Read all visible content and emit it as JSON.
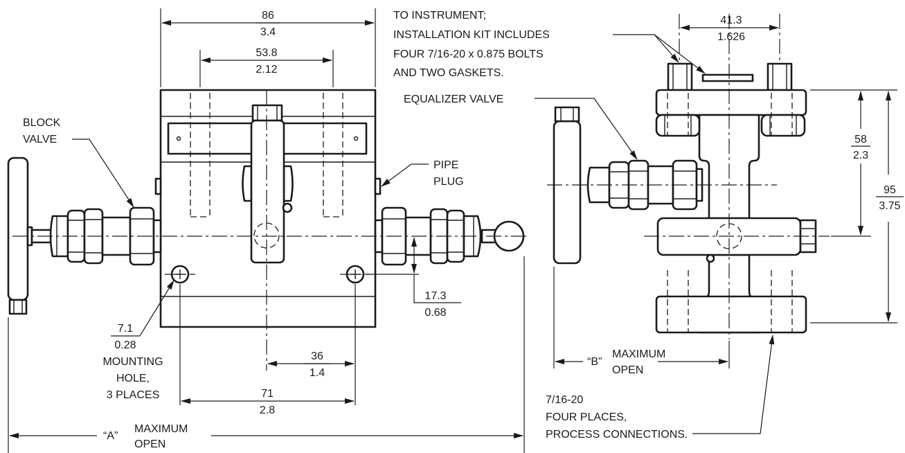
{
  "front_view": {
    "dim_overall_mm": "86",
    "dim_overall_in": "3.4",
    "dim_bolt_spacing_mm": "53.8",
    "dim_bolt_spacing_in": "2.12",
    "dim_hole_offset_mm": "17.3",
    "dim_hole_offset_in": "0.68",
    "dim_hole_dia_mm": "7.1",
    "dim_hole_dia_in": "0.28",
    "dim_hole_spacing_mm": "71",
    "dim_hole_spacing_in": "2.8",
    "dim_center_offset_mm": "36",
    "dim_center_offset_in": "1.4",
    "block_valve_line1": "BLOCK",
    "block_valve_line2": "VALVE",
    "pipe_plug_line1": "PIPE",
    "pipe_plug_line2": "PLUG",
    "mounting_hole_line1": "MOUNTING",
    "mounting_hole_line2": "HOLE,",
    "mounting_hole_line3": "3 PLACES",
    "a_label": "“A”",
    "a_max_line1": "MAXIMUM",
    "a_max_line2": "OPEN"
  },
  "side_view": {
    "instrument_line1": "TO INSTRUMENT;",
    "instrument_line2": "INSTALLATION KIT INCLUDES",
    "instrument_line3": "FOUR 7/16-20 x 0.875 BOLTS",
    "instrument_line4": "AND TWO GASKETS.",
    "equalizer_label": "EQUALIZER VALVE",
    "dim_flange_spacing_mm": "41.3",
    "dim_flange_spacing_in": "1.626",
    "dim_top_to_center_mm": "58",
    "dim_top_to_center_in": "2.3",
    "dim_overall_height_mm": "95",
    "dim_overall_height_in": "3.75",
    "b_label": "“B”",
    "b_max_line1": "MAXIMUM",
    "b_max_line2": "OPEN",
    "process_line1": "7/16-20",
    "process_line2": "FOUR PLACES,",
    "process_line3": "PROCESS CONNECTIONS."
  }
}
